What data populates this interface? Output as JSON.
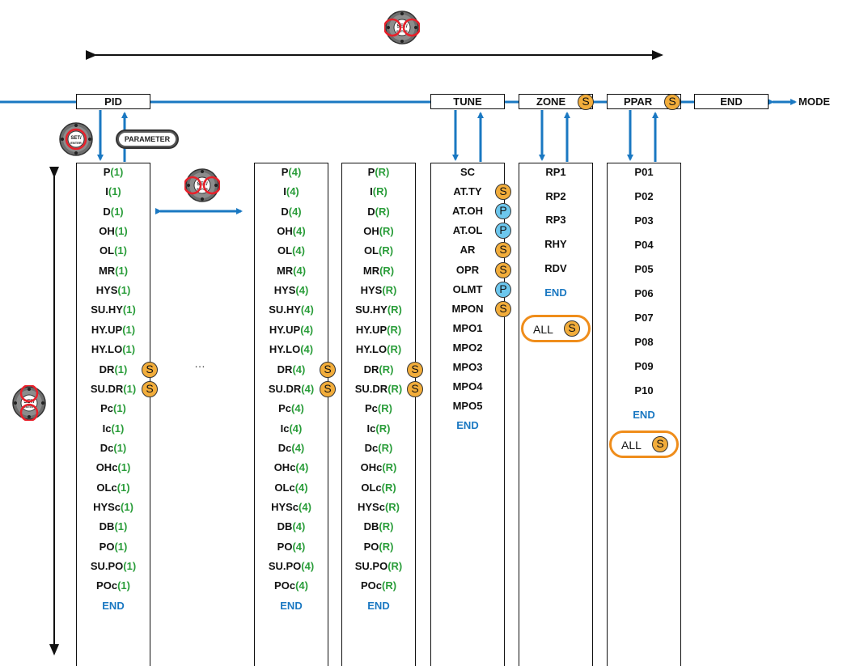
{
  "mode_boxes": {
    "pid": "PID",
    "tune": "TUNE",
    "zone": "ZONE",
    "ppar": "PPAR",
    "end": "END",
    "mode_label": "MODE"
  },
  "buttons": {
    "parameter": "PARAMETER",
    "dial_set_label": "SET/",
    "dial_enter_label": "ENTER"
  },
  "ellipsis": "…",
  "columns": {
    "pid1": {
      "params": [
        {
          "name": "P",
          "suffix": "(1)"
        },
        {
          "name": "I",
          "suffix": "(1)"
        },
        {
          "name": "D",
          "suffix": "(1)"
        },
        {
          "name": "OH",
          "suffix": "(1)"
        },
        {
          "name": "OL",
          "suffix": "(1)"
        },
        {
          "name": "MR",
          "suffix": "(1)"
        },
        {
          "name": "HYS",
          "suffix": "(1)"
        },
        {
          "name": "SU.HY",
          "suffix": "(1)"
        },
        {
          "name": "HY.UP",
          "suffix": "(1)"
        },
        {
          "name": "HY.LO",
          "suffix": "(1)"
        },
        {
          "name": "DR",
          "suffix": "(1)",
          "badge": "S"
        },
        {
          "name": "SU.DR",
          "suffix": "(1)",
          "badge": "S"
        },
        {
          "name": "Pc",
          "suffix": "(1)"
        },
        {
          "name": "Ic",
          "suffix": "(1)"
        },
        {
          "name": "Dc",
          "suffix": "(1)"
        },
        {
          "name": "OHc",
          "suffix": "(1)"
        },
        {
          "name": "OLc",
          "suffix": "(1)"
        },
        {
          "name": "HYSc",
          "suffix": "(1)"
        },
        {
          "name": "DB",
          "suffix": "(1)"
        },
        {
          "name": "PO",
          "suffix": "(1)"
        },
        {
          "name": "SU.PO",
          "suffix": "(1)"
        },
        {
          "name": "POc",
          "suffix": "(1)"
        },
        {
          "name": "END",
          "suffix": "",
          "end": true
        }
      ]
    },
    "pid4": {
      "params": [
        {
          "name": "P",
          "suffix": "(4)"
        },
        {
          "name": "I",
          "suffix": "(4)"
        },
        {
          "name": "D",
          "suffix": "(4)"
        },
        {
          "name": "OH",
          "suffix": "(4)"
        },
        {
          "name": "OL",
          "suffix": "(4)"
        },
        {
          "name": "MR",
          "suffix": "(4)"
        },
        {
          "name": "HYS",
          "suffix": "(4)"
        },
        {
          "name": "SU.HY",
          "suffix": "(4)"
        },
        {
          "name": "HY.UP",
          "suffix": "(4)"
        },
        {
          "name": "HY.LO",
          "suffix": "(4)"
        },
        {
          "name": "DR",
          "suffix": "(4)",
          "badge": "S"
        },
        {
          "name": "SU.DR",
          "suffix": "(4)",
          "badge": "S"
        },
        {
          "name": "Pc",
          "suffix": "(4)"
        },
        {
          "name": "Ic",
          "suffix": "(4)"
        },
        {
          "name": "Dc",
          "suffix": "(4)"
        },
        {
          "name": "OHc",
          "suffix": "(4)"
        },
        {
          "name": "OLc",
          "suffix": "(4)"
        },
        {
          "name": "HYSc",
          "suffix": "(4)"
        },
        {
          "name": "DB",
          "suffix": "(4)"
        },
        {
          "name": "PO",
          "suffix": "(4)"
        },
        {
          "name": "SU.PO",
          "suffix": "(4)"
        },
        {
          "name": "POc",
          "suffix": "(4)"
        },
        {
          "name": "END",
          "suffix": "",
          "end": true
        }
      ]
    },
    "pidR": {
      "params": [
        {
          "name": "P",
          "suffix": "(R)"
        },
        {
          "name": "I",
          "suffix": "(R)"
        },
        {
          "name": "D",
          "suffix": "(R)"
        },
        {
          "name": "OH",
          "suffix": "(R)"
        },
        {
          "name": "OL",
          "suffix": "(R)"
        },
        {
          "name": "MR",
          "suffix": "(R)"
        },
        {
          "name": "HYS",
          "suffix": "(R)"
        },
        {
          "name": "SU.HY",
          "suffix": "(R)"
        },
        {
          "name": "HY.UP",
          "suffix": "(R)"
        },
        {
          "name": "HY.LO",
          "suffix": "(R)"
        },
        {
          "name": "DR",
          "suffix": "(R)",
          "badge": "S"
        },
        {
          "name": "SU.DR",
          "suffix": "(R)",
          "badge": "S"
        },
        {
          "name": "Pc",
          "suffix": "(R)"
        },
        {
          "name": "Ic",
          "suffix": "(R)"
        },
        {
          "name": "Dc",
          "suffix": "(R)"
        },
        {
          "name": "OHc",
          "suffix": "(R)"
        },
        {
          "name": "OLc",
          "suffix": "(R)"
        },
        {
          "name": "HYSc",
          "suffix": "(R)"
        },
        {
          "name": "DB",
          "suffix": "(R)"
        },
        {
          "name": "PO",
          "suffix": "(R)"
        },
        {
          "name": "SU.PO",
          "suffix": "(R)"
        },
        {
          "name": "POc",
          "suffix": "(R)"
        },
        {
          "name": "END",
          "suffix": "",
          "end": true
        }
      ]
    },
    "tune": {
      "params": [
        {
          "name": "SC",
          "suffix": ""
        },
        {
          "name": "AT.TY",
          "suffix": "",
          "badge": "S"
        },
        {
          "name": "AT.OH",
          "suffix": "",
          "badge": "P"
        },
        {
          "name": "AT.OL",
          "suffix": "",
          "badge": "P"
        },
        {
          "name": "AR",
          "suffix": "",
          "badge": "S"
        },
        {
          "name": "OPR",
          "suffix": "",
          "badge": "S"
        },
        {
          "name": "OLMT",
          "suffix": "",
          "badge": "P"
        },
        {
          "name": "MPON",
          "suffix": "",
          "badge": "S"
        },
        {
          "name": "MPO1",
          "suffix": ""
        },
        {
          "name": "MPO2",
          "suffix": ""
        },
        {
          "name": "MPO3",
          "suffix": ""
        },
        {
          "name": "MPO4",
          "suffix": ""
        },
        {
          "name": "MPO5",
          "suffix": ""
        },
        {
          "name": "END",
          "suffix": "",
          "end": true
        }
      ]
    },
    "zone": {
      "params": [
        {
          "name": "RP1",
          "suffix": ""
        },
        {
          "name": "RP2",
          "suffix": ""
        },
        {
          "name": "RP3",
          "suffix": ""
        },
        {
          "name": "RHY",
          "suffix": ""
        },
        {
          "name": "RDV",
          "suffix": ""
        },
        {
          "name": "END",
          "suffix": "",
          "end": true
        }
      ],
      "all_label": "ALL",
      "all_badge": "S"
    },
    "ppar": {
      "params": [
        {
          "name": "P01",
          "suffix": ""
        },
        {
          "name": "P02",
          "suffix": ""
        },
        {
          "name": "P03",
          "suffix": ""
        },
        {
          "name": "P04",
          "suffix": ""
        },
        {
          "name": "P05",
          "suffix": ""
        },
        {
          "name": "P06",
          "suffix": ""
        },
        {
          "name": "P07",
          "suffix": ""
        },
        {
          "name": "P08",
          "suffix": ""
        },
        {
          "name": "P09",
          "suffix": ""
        },
        {
          "name": "P10",
          "suffix": ""
        },
        {
          "name": "END",
          "suffix": "",
          "end": true
        }
      ],
      "all_label": "ALL",
      "all_badge": "S"
    }
  },
  "badges": {
    "zone": "S",
    "ppar": "S"
  },
  "colors": {
    "flow_blue": "#1a78c2",
    "suffix_green": "#2a9d3a",
    "badge_s": "#f2ad3b",
    "badge_p": "#6cc7ee",
    "all_border": "#ef8d1b",
    "dial_highlight": "#e8202a"
  }
}
